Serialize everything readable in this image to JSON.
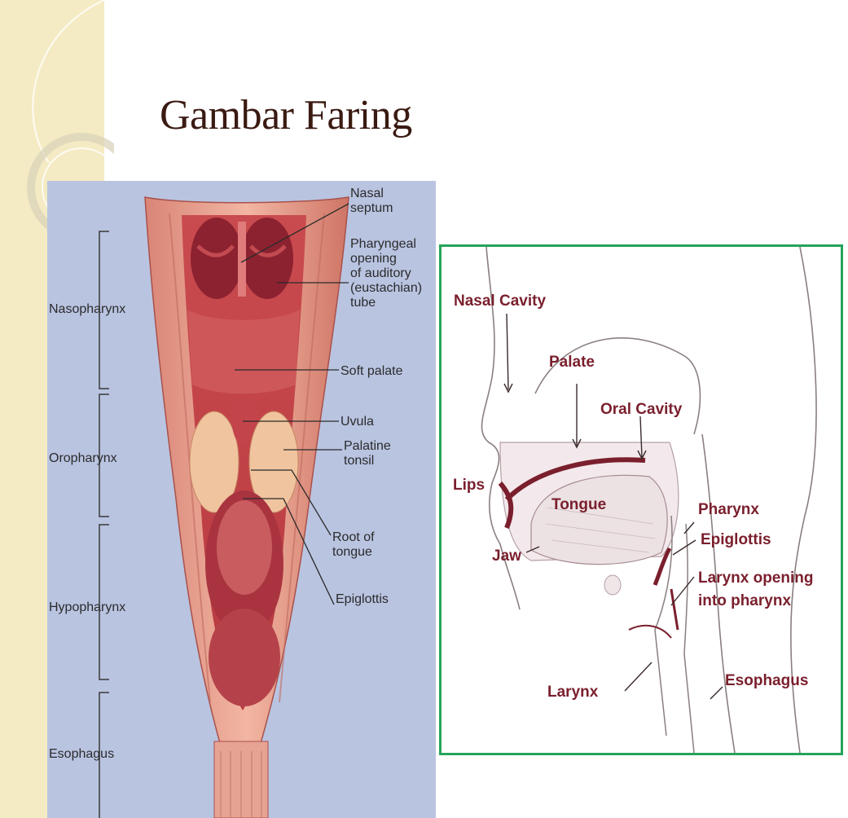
{
  "title": "Gambar Faring",
  "left_diagram": {
    "regions": {
      "nasopharynx": "Nasopharynx",
      "oropharynx": "Oropharynx",
      "hypopharynx": "Hypopharynx",
      "esophagus": "Esophagus"
    },
    "labels": {
      "nasal_septum": [
        "Nasal",
        "septum"
      ],
      "auditory_tube": [
        "Pharyngeal",
        "opening",
        "of auditory",
        "(eustachian)",
        "tube"
      ],
      "soft_palate": "Soft palate",
      "uvula": "Uvula",
      "palatine_tonsil": [
        "Palatine",
        "tonsil"
      ],
      "root_of_tongue": [
        "Root of",
        "tongue"
      ],
      "epiglottis": "Epiglottis"
    }
  },
  "right_diagram": {
    "labels": {
      "nasal_cavity": "Nasal Cavity",
      "palate": "Palate",
      "oral_cavity": "Oral Cavity",
      "lips": "Lips",
      "tongue": "Tongue",
      "pharynx": "Pharynx",
      "epiglottis": "Epiglottis",
      "jaw": "Jaw",
      "larynx_opening": [
        "Larynx opening",
        "into pharynx"
      ],
      "larynx": "Larynx",
      "esophagus": "Esophagus"
    }
  }
}
